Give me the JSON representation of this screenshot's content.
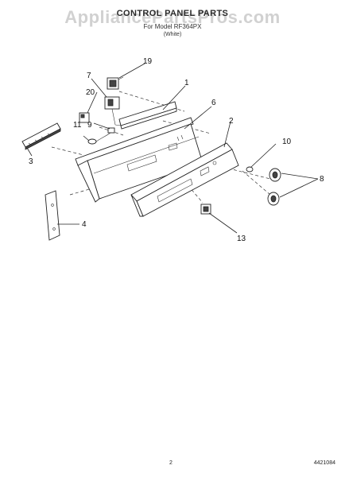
{
  "watermark": "AppliancePartsPros.com",
  "header": {
    "title": "CONTROL PANEL PARTS",
    "subtitle": "For Model RF364PX",
    "color_note": "(White)"
  },
  "callouts": {
    "c1": "1",
    "c2": "2",
    "c3": "3",
    "c4": "4",
    "c6": "6",
    "c7": "7",
    "c8": "8",
    "c9": "9",
    "c10": "10",
    "c11": "11",
    "c13": "13",
    "c19": "19",
    "c20": "20"
  },
  "footer": {
    "page_number": "2",
    "part_number": "4421084"
  }
}
